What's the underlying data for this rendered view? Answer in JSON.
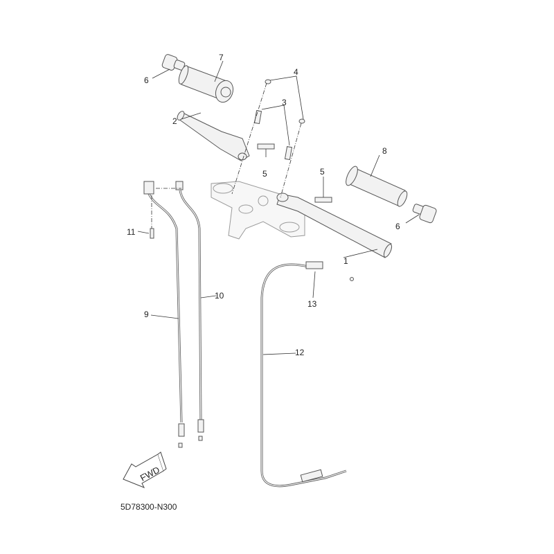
{
  "diagram": {
    "part_number": "5D78300-N300",
    "fwd_label": "FWD",
    "callouts": [
      "1",
      "2",
      "3",
      "4",
      "5",
      "5",
      "6",
      "6",
      "7",
      "8",
      "9",
      "10",
      "11",
      "12",
      "13"
    ]
  }
}
